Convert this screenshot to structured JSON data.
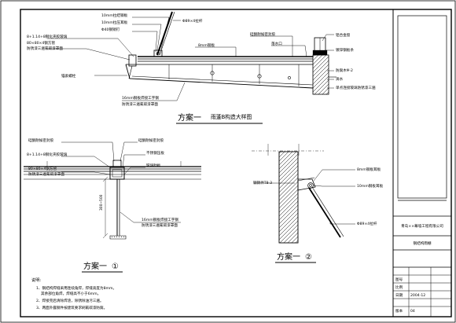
{
  "drawing": {
    "title_main": "方案一",
    "title_main_sub": "雨蓬B构造大样图",
    "title_detail1": "方案一",
    "title_detail1_num": "①",
    "title_detail2": "方案一",
    "title_detail2_num": "②"
  },
  "labels_main": {
    "l1": "10mm拉结钢板",
    "l2": "Φ89×4拉杆",
    "l3": "10mm拉压耳板",
    "l4": "Φ40钢销钉",
    "l5": "8+1.14+8钢化夹胶玻璃",
    "l6": "80×80×4钢方管",
    "l7": "防锈漆三遍氟碳漆罩面",
    "l8": "8mm钢板",
    "l9": "硅酮耐候密封胶",
    "l10": "落水口",
    "l11": "铝合金窗",
    "l12": "镀锌钢板条",
    "l13": "锚索螺栓",
    "l14": "防腐木Ψ-2",
    "l15": "滴水",
    "l16": "单点连接玻璃防锈漆三遍",
    "l17": "16mm钢板焊接工字钢",
    "l18": "防锈漆三遍氟碳漆罩面"
  },
  "labels_d1": {
    "l1": "硅酮耐候密封胶",
    "l2": "硅酮耐候密封胶",
    "l3": "8+1.14+8钢化夹胶玻璃",
    "l4": "80×80×4钢方管",
    "l5": "防锈漆三遍氟碳漆罩面",
    "l6": "不锈钢压板",
    "l7": "玻璃肋板",
    "l8": "16mm钢板焊接工字钢",
    "l9": "防锈漆三遍氟碳漆罩面",
    "dim": "300~500"
  },
  "labels_d2": {
    "l1": "8mm钢板耳板",
    "l2": "钢销件T8-3",
    "l3": "10mm钢板耳板",
    "l4": "Φ89×4拉杆"
  },
  "notes": {
    "heading": "说明:",
    "n1": "1、钢结构焊缝采用连续角焊，焊缝高度为8mm。",
    "n1b": "其余部位角焊，焊缝高不小于6mm。",
    "n2": "2、焊接完后清除焊渣，除锈除油污三遍。",
    "n3": "3、两面外露钢件按建筑要求刷氟碳漆防腐。"
  },
  "title_block": {
    "company": "青岛××幕墙工程有限公司",
    "drawing_name": "钢结构雨棚",
    "r1": "图号",
    "r2": "比例",
    "r3": "日期",
    "r4": "2004-12",
    "r5": "版本",
    "r6": "04"
  }
}
